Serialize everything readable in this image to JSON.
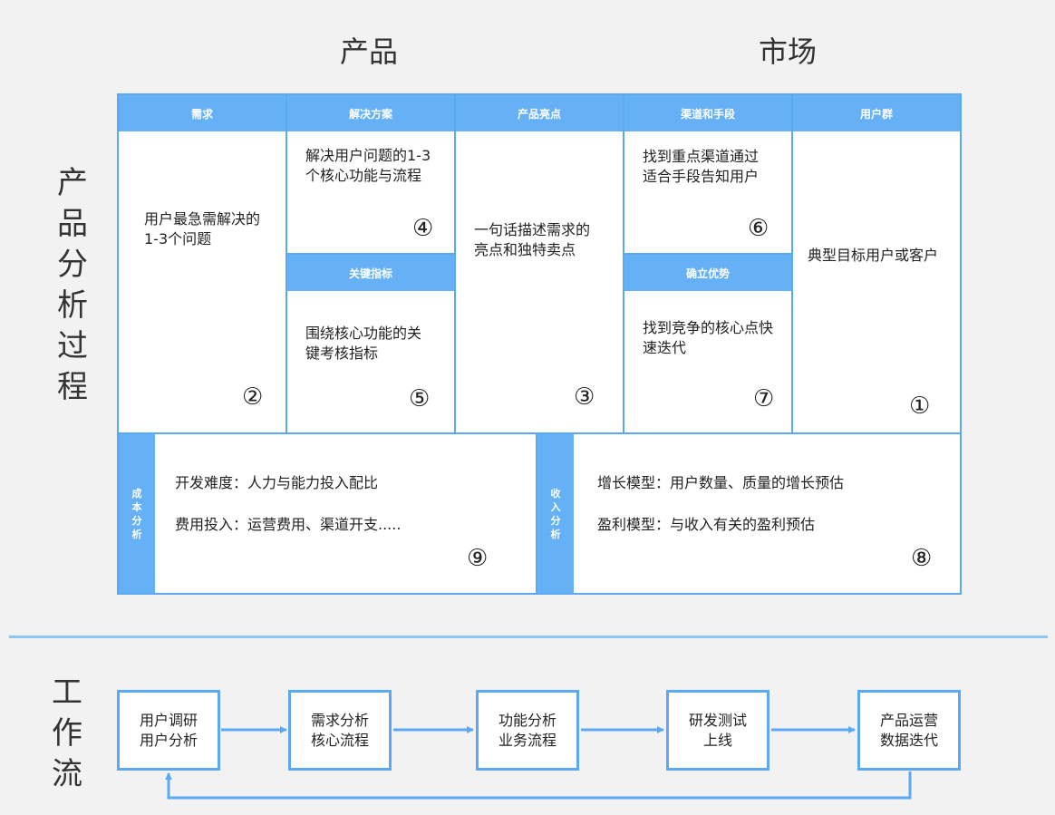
{
  "top_labels": {
    "product": "产品",
    "market": "市场"
  },
  "left_title_chars": [
    "产",
    "品",
    "分",
    "析",
    "过",
    "程"
  ],
  "workflow_title_chars": [
    "工",
    "作",
    "流"
  ],
  "cells": {
    "needs": {
      "header": "需求",
      "text": "用户最急需解决的1-3个问题",
      "number": "②"
    },
    "solution": {
      "header": "解决方案",
      "text": "解决用户问题的1-3个核心功能与流程",
      "number": "④"
    },
    "metrics": {
      "header": "关键指标",
      "text": "围绕核心功能的关键考核指标",
      "number": "⑤"
    },
    "highlight": {
      "header": "产品亮点",
      "text": "一句话描述需求的亮点和独特卖点",
      "number": "③"
    },
    "channels": {
      "header": "渠道和手段",
      "text": "找到重点渠道通过适合手段告知用户",
      "number": "⑥"
    },
    "advantage": {
      "header": "确立优势",
      "text": "找到竞争的核心点快速迭代",
      "number": "⑦"
    },
    "users": {
      "header": "用户群",
      "text": "典型目标用户或客户",
      "number": "①"
    }
  },
  "cost": {
    "label_chars": [
      "成",
      "本",
      "分",
      "析"
    ],
    "line1": "开发难度：人力与能力投入配比",
    "line2": "费用投入：运营费用、渠道开支.....",
    "number": "⑨"
  },
  "revenue": {
    "label_chars": [
      "收",
      "入",
      "分",
      "析"
    ],
    "line1": "增长模型：用户数量、质量的增长预估",
    "line2": "盈利模型：与收入有关的盈利预估",
    "number": "⑧"
  },
  "workflow": [
    {
      "line1": "用户调研",
      "line2": "用户分析"
    },
    {
      "line1": "需求分析",
      "line2": "核心流程"
    },
    {
      "line1": "功能分析",
      "line2": "业务流程"
    },
    {
      "line1": "研发测试",
      "line2": "上线"
    },
    {
      "line1": "产品运营",
      "line2": "数据迭代"
    }
  ],
  "colors": {
    "accent": "#66b1f5",
    "border": "#5ba9f2",
    "divider": "#8cc6f7",
    "background": "#f2f2f2"
  }
}
